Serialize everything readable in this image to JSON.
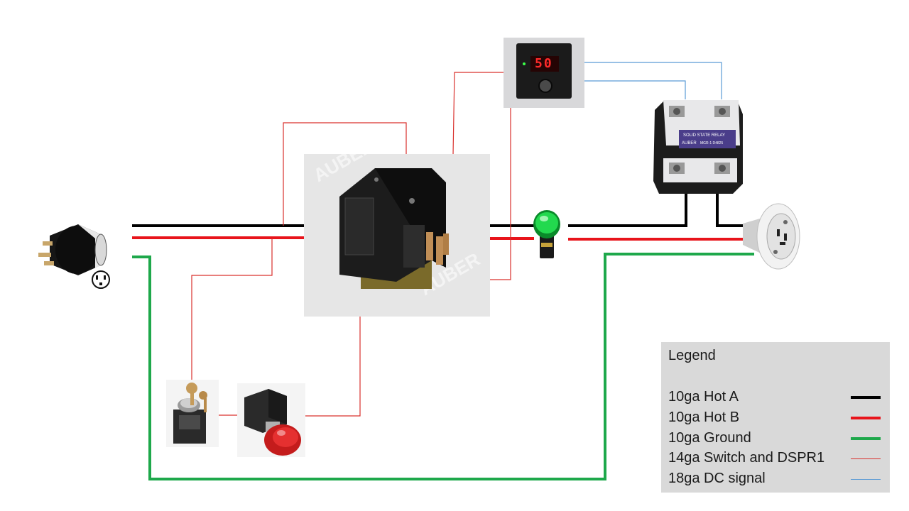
{
  "legend": {
    "title": "Legend",
    "items": [
      {
        "label": "10ga Hot A",
        "color": "#000000",
        "weight": "heavy"
      },
      {
        "label": "10ga Hot B",
        "color": "#e8141b",
        "weight": "heavy"
      },
      {
        "label": "10ga Ground",
        "color": "#1ea84b",
        "weight": "heavy"
      },
      {
        "label": "14ga Switch and DSPR1",
        "color": "#d9302c",
        "weight": "thin"
      },
      {
        "label": "18ga DC signal",
        "color": "#5b9bd5",
        "weight": "thin"
      }
    ]
  },
  "controller": {
    "display": "50"
  },
  "relay": {
    "label": "SOLID STATE RELAY",
    "brand": "AUBER",
    "model": "MGR-1 D4825"
  },
  "watermark": "AUBER",
  "components": [
    "twist-lock-plug",
    "contactor",
    "temperature-controller",
    "solid-state-relay",
    "indicator-light",
    "twist-lock-receptacle",
    "key-switch",
    "emergency-stop-button"
  ]
}
